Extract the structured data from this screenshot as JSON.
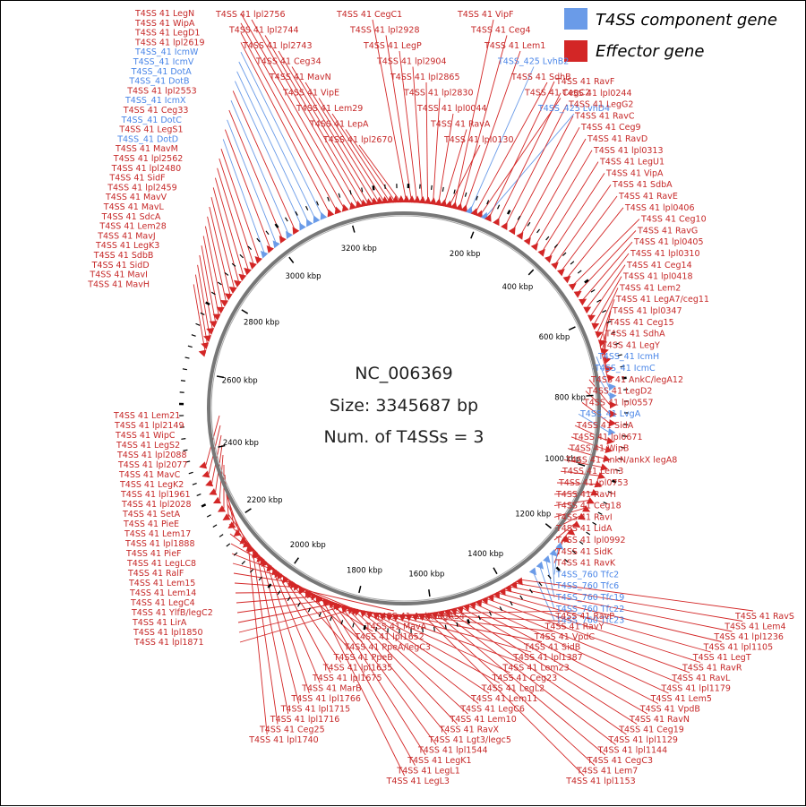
{
  "center": {
    "accession": "NC_006369",
    "size": "Size: 3345687 bp",
    "t4ss_count": "Num. of T4SSs = 3"
  },
  "legend": [
    {
      "label": "T4SS component gene",
      "color": "#6a9be8"
    },
    {
      "label": "Effector gene",
      "color": "#d32626"
    }
  ],
  "colors": {
    "effector": "#d32626",
    "t4ss": "#6a9be8",
    "backbone": "#888888"
  },
  "scale_ticks": [
    "200 kbp",
    "400 kbp",
    "600 kbp",
    "800 kbp",
    "1000 kbp",
    "1200 kbp",
    "1400 kbp",
    "1600 kbp",
    "1800 kbp",
    "2000 kbp",
    "2200 kbp",
    "2400 kbp",
    "2600 kbp",
    "2800 kbp",
    "3000 kbp",
    "3200 kbp"
  ],
  "labels_left": [
    {
      "text": "T4SS 41 LegN",
      "t": "e"
    },
    {
      "text": "T4SS 41 WipA",
      "t": "e"
    },
    {
      "text": "T4SS 41 LegD1",
      "t": "e"
    },
    {
      "text": "T4SS 41 lpl2619",
      "t": "e"
    },
    {
      "text": "T4SS_41 IcmW",
      "t": "c"
    },
    {
      "text": "T4SS_41 IcmV",
      "t": "c"
    },
    {
      "text": "T4SS_41 DotA",
      "t": "c"
    },
    {
      "text": "T4SS_41 DotB",
      "t": "c"
    },
    {
      "text": "T4SS 41 lpl2553",
      "t": "e"
    },
    {
      "text": "T4SS_41 IcmX",
      "t": "c"
    },
    {
      "text": "T4SS 41 Ceg33",
      "t": "e"
    },
    {
      "text": "T4SS_41 DotC",
      "t": "c"
    },
    {
      "text": "T4SS 41 LegS1",
      "t": "e"
    },
    {
      "text": "T4SS_41 DotD",
      "t": "c"
    },
    {
      "text": "T4SS 41 MavM",
      "t": "e"
    },
    {
      "text": "T4SS 41 lpl2562",
      "t": "e"
    },
    {
      "text": "T4SS 41 lpl2480",
      "t": "e"
    },
    {
      "text": "T4SS 41 SidF",
      "t": "e"
    },
    {
      "text": "T4SS 41 lpl2459",
      "t": "e"
    },
    {
      "text": "T4SS 41 MavV",
      "t": "e"
    },
    {
      "text": "T4SS 41 MavL",
      "t": "e"
    },
    {
      "text": "T4SS 41 SdcA",
      "t": "e"
    },
    {
      "text": "T4SS 41 Lem28",
      "t": "e"
    },
    {
      "text": "T4SS 41 MavJ",
      "t": "e"
    },
    {
      "text": "T4SS 41 LegK3",
      "t": "e"
    },
    {
      "text": "T4SS 41 SdbB",
      "t": "e"
    },
    {
      "text": "T4SS 41 SidD",
      "t": "e"
    },
    {
      "text": "T4SS 41 MavI",
      "t": "e"
    },
    {
      "text": "T4SS 41 MavH",
      "t": "e"
    },
    {
      "text": "T4SS 41 Lem21",
      "t": "e"
    },
    {
      "text": "T4SS 41 lpl2149",
      "t": "e"
    },
    {
      "text": "T4SS 41 WipC",
      "t": "e"
    },
    {
      "text": "T4SS 41 LegS2",
      "t": "e"
    },
    {
      "text": "T4SS 41 lpl2088",
      "t": "e"
    },
    {
      "text": "T4SS 41 lpl2077",
      "t": "e"
    },
    {
      "text": "T4SS 41 MavC",
      "t": "e"
    },
    {
      "text": "T4SS 41 LegK2",
      "t": "e"
    },
    {
      "text": "T4SS 41 lpl1961",
      "t": "e"
    },
    {
      "text": "T4SS 41 lpl2028",
      "t": "e"
    },
    {
      "text": "T4SS 41 SetA",
      "t": "e"
    },
    {
      "text": "T4SS 41 PieE",
      "t": "e"
    },
    {
      "text": "T4SS 41 Lem17",
      "t": "e"
    },
    {
      "text": "T4SS 41 lpl1888",
      "t": "e"
    },
    {
      "text": "T4SS 41 PieF",
      "t": "e"
    },
    {
      "text": "T4SS 41 LegLC8",
      "t": "e"
    },
    {
      "text": "T4SS 41 RalF",
      "t": "e"
    },
    {
      "text": "T4SS 41 Lem15",
      "t": "e"
    },
    {
      "text": "T4SS 41 Lem14",
      "t": "e"
    },
    {
      "text": "T4SS 41 LegC4",
      "t": "e"
    },
    {
      "text": "T4SS 41 YlfB/legC2",
      "t": "e"
    },
    {
      "text": "T4SS 41 LirA",
      "t": "e"
    },
    {
      "text": "T4SS 41 lpl1850",
      "t": "e"
    },
    {
      "text": "T4SS 41 lpl1871",
      "t": "e"
    }
  ],
  "labels_top": [
    {
      "text": "T4SS 41 lpl2756",
      "t": "e"
    },
    {
      "text": "T4SS 41 lpl2744",
      "t": "e"
    },
    {
      "text": "T4SS 41 lpl2743",
      "t": "e"
    },
    {
      "text": "T4SS 41 Ceg34",
      "t": "e"
    },
    {
      "text": "T4SS 41 MavN",
      "t": "e"
    },
    {
      "text": "T4SS 41 VipE",
      "t": "e"
    },
    {
      "text": "T4SS 41 Lem29",
      "t": "e"
    },
    {
      "text": "T4SS 41 LepA",
      "t": "e"
    },
    {
      "text": "T4SS 41 lpl2670",
      "t": "e"
    },
    {
      "text": "T4SS 41 CegC1",
      "t": "e"
    },
    {
      "text": "T4SS 41 lpl2928",
      "t": "e"
    },
    {
      "text": "T4SS 41 LegP",
      "t": "e"
    },
    {
      "text": "T4SS 41 lpl2904",
      "t": "e"
    },
    {
      "text": "T4SS 41 lpl2865",
      "t": "e"
    },
    {
      "text": "T4SS 41 lpl2830",
      "t": "e"
    },
    {
      "text": "T4SS 41 lpl0044",
      "t": "e"
    },
    {
      "text": "T4SS 41 RavA",
      "t": "e"
    },
    {
      "text": "T4SS 41 lpl0130",
      "t": "e"
    },
    {
      "text": "T4SS 41 VipF",
      "t": "e"
    },
    {
      "text": "T4SS 41 Ceg4",
      "t": "e"
    },
    {
      "text": "T4SS 41 Lem1",
      "t": "e"
    },
    {
      "text": "T4SS_425 LvhB2",
      "t": "c"
    },
    {
      "text": "T4SS 41 SdhB",
      "t": "e"
    },
    {
      "text": "T4SS 41 CegC2",
      "t": "e"
    },
    {
      "text": "T4SS_425 LvhD4",
      "t": "c"
    }
  ],
  "labels_right": [
    {
      "text": "T4SS 41 RavF",
      "t": "e"
    },
    {
      "text": "T4SS 41 lpl0244",
      "t": "e"
    },
    {
      "text": "T4SS 41 LegG2",
      "t": "e"
    },
    {
      "text": "T4SS 41 RavC",
      "t": "e"
    },
    {
      "text": "T4SS 41 Ceg9",
      "t": "e"
    },
    {
      "text": "T4SS 41 RavD",
      "t": "e"
    },
    {
      "text": "T4SS 41 lpl0313",
      "t": "e"
    },
    {
      "text": "T4SS 41 LegU1",
      "t": "e"
    },
    {
      "text": "T4SS 41 VipA",
      "t": "e"
    },
    {
      "text": "T4SS 41 SdbA",
      "t": "e"
    },
    {
      "text": "T4SS 41 RavE",
      "t": "e"
    },
    {
      "text": "T4SS 41 lpl0406",
      "t": "e"
    },
    {
      "text": "T4SS 41 Ceg10",
      "t": "e"
    },
    {
      "text": "T4SS 41 RavG",
      "t": "e"
    },
    {
      "text": "T4SS 41 lpl0405",
      "t": "e"
    },
    {
      "text": "T4SS 41 lpl0310",
      "t": "e"
    },
    {
      "text": "T4SS 41 Ceg14",
      "t": "e"
    },
    {
      "text": "T4SS 41 lpl0418",
      "t": "e"
    },
    {
      "text": "T4SS 41 Lem2",
      "t": "e"
    },
    {
      "text": "T4SS 41 LegA7/ceg11",
      "t": "e"
    },
    {
      "text": "T4SS 41 lpl0347",
      "t": "e"
    },
    {
      "text": "T4SS 41 Ceg15",
      "t": "e"
    },
    {
      "text": "T4SS 41 SdhA",
      "t": "e"
    },
    {
      "text": "T4SS 41 LegY",
      "t": "e"
    },
    {
      "text": "T4SS_41 IcmH",
      "t": "c"
    },
    {
      "text": "T4SS_41 IcmC",
      "t": "c"
    },
    {
      "text": "T4SS 41 AnkC/legA12",
      "t": "e"
    },
    {
      "text": "T4SS 41 LegD2",
      "t": "e"
    },
    {
      "text": "T4SS 41 lpl0557",
      "t": "e"
    },
    {
      "text": "T4SS_41 LvgA",
      "t": "c"
    },
    {
      "text": "T4SS 41 SidA",
      "t": "e"
    },
    {
      "text": "T4SS 41 lpl0671",
      "t": "e"
    },
    {
      "text": "T4SS 41 WipB",
      "t": "e"
    },
    {
      "text": "T4SS 41 AnkN/ankX legA8",
      "t": "e"
    },
    {
      "text": "T4SS 41 Lem3",
      "t": "e"
    },
    {
      "text": "T4SS 41 lpl0753",
      "t": "e"
    },
    {
      "text": "T4SS 41 RavH",
      "t": "e"
    },
    {
      "text": "T4SS 41 Ceg18",
      "t": "e"
    },
    {
      "text": "T4SS 41 RavI",
      "t": "e"
    },
    {
      "text": "T4SS 41 LidA",
      "t": "e"
    },
    {
      "text": "T4SS 41 lpl0992",
      "t": "e"
    },
    {
      "text": "T4SS 41 SidK",
      "t": "e"
    },
    {
      "text": "T4SS 41 RavK",
      "t": "e"
    },
    {
      "text": "T4SS_760 Tfc2",
      "t": "c"
    },
    {
      "text": "T4SS_760 Tfc6",
      "t": "c"
    },
    {
      "text": "T4SS_760 Tfc19",
      "t": "c"
    },
    {
      "text": "T4SS_760 Tfc22",
      "t": "c"
    },
    {
      "text": "T4SS_760 Tfc23",
      "t": "c"
    }
  ],
  "labels_bottom": [
    {
      "text": "T4SS 41 RavS",
      "t": "e"
    },
    {
      "text": "T4SS 41 Lem4",
      "t": "e"
    },
    {
      "text": "T4SS 41 lpl1236",
      "t": "e"
    },
    {
      "text": "T4SS 41 lpl1105",
      "t": "e"
    },
    {
      "text": "T4SS 41 LegT",
      "t": "e"
    },
    {
      "text": "T4SS 41 RavR",
      "t": "e"
    },
    {
      "text": "T4SS 41 RavL",
      "t": "e"
    },
    {
      "text": "T4SS 41 lpl1179",
      "t": "e"
    },
    {
      "text": "T4SS 41 Lem5",
      "t": "e"
    },
    {
      "text": "T4SS 41 VpdB",
      "t": "e"
    },
    {
      "text": "T4SS 41 RavN",
      "t": "e"
    },
    {
      "text": "T4SS 41 Ceg19",
      "t": "e"
    },
    {
      "text": "T4SS 41 lpl1129",
      "t": "e"
    },
    {
      "text": "T4SS 41 lpl1144",
      "t": "e"
    },
    {
      "text": "T4SS 41 CegC3",
      "t": "e"
    },
    {
      "text": "T4SS 41 Lem7",
      "t": "e"
    },
    {
      "text": "T4SS 41 lpl1153",
      "t": "e"
    },
    {
      "text": "T4SS 41 RavP",
      "t": "e"
    },
    {
      "text": "T4SS 41 RavY",
      "t": "e"
    },
    {
      "text": "T4SS 41 VpdC",
      "t": "e"
    },
    {
      "text": "T4SS 41 SidB",
      "t": "e"
    },
    {
      "text": "T4SS 41 lpl1387",
      "t": "e"
    },
    {
      "text": "T4SS 41 Lem23",
      "t": "e"
    },
    {
      "text": "T4SS 41 Ceg23",
      "t": "e"
    },
    {
      "text": "T4SS 41 LegL2",
      "t": "e"
    },
    {
      "text": "T4SS 41 Lem11",
      "t": "e"
    },
    {
      "text": "T4SS 41 LegC6",
      "t": "e"
    },
    {
      "text": "T4SS 41 Lem10",
      "t": "e"
    },
    {
      "text": "T4SS 41 RavX",
      "t": "e"
    },
    {
      "text": "T4SS 41 Lgt3/legc5",
      "t": "e"
    },
    {
      "text": "T4SS 41 lpl1544",
      "t": "e"
    },
    {
      "text": "T4SS 41 LegK1",
      "t": "e"
    },
    {
      "text": "T4SS 41 LegL1",
      "t": "e"
    },
    {
      "text": "T4SS 41 LegL3",
      "t": "e"
    },
    {
      "text": "T4SS 41 AnkI/legAS4",
      "t": "e"
    },
    {
      "text": "T4SS 41 MavA",
      "t": "e"
    },
    {
      "text": "T4SS 41 lpl1652",
      "t": "e"
    },
    {
      "text": "T4SS 41 PpeA/legC3",
      "t": "e"
    },
    {
      "text": "T4SS 41 PpeB",
      "t": "e"
    },
    {
      "text": "T4SS 41 lpl1635",
      "t": "e"
    },
    {
      "text": "T4SS 41 lpl1675",
      "t": "e"
    },
    {
      "text": "T4SS 41 MarB",
      "t": "e"
    },
    {
      "text": "T4SS 41 lpl1766",
      "t": "e"
    },
    {
      "text": "T4SS 41 lpl1715",
      "t": "e"
    },
    {
      "text": "T4SS 41 lpl1716",
      "t": "e"
    },
    {
      "text": "T4SS 41 Ceg25",
      "t": "e"
    },
    {
      "text": "T4SS 41 lpl1740",
      "t": "e"
    }
  ]
}
